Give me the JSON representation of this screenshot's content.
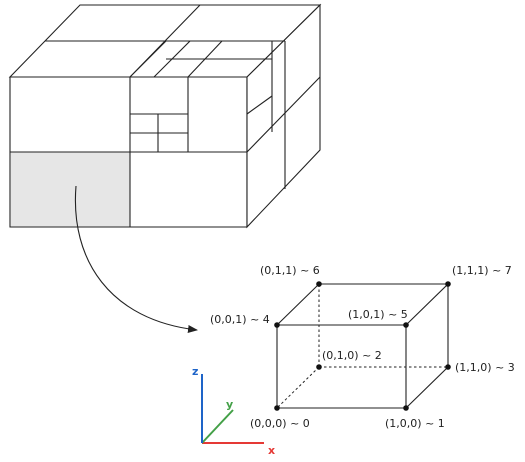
{
  "colors": {
    "line": "#222222",
    "highlight_fill": "#e6e6e6",
    "axis_x": "#e53935",
    "axis_y": "#43a047",
    "axis_z": "#1e64c8"
  },
  "octree_cube": {
    "highlighted_cell": "subdivided-cube-front-bottom-left-octant"
  },
  "unit_cube": {
    "vertices": [
      {
        "label": "(0,0,0) ~ 0"
      },
      {
        "label": "(1,0,0) ~ 1"
      },
      {
        "label": "(0,1,0) ~ 2"
      },
      {
        "label": "(1,1,0) ~ 3"
      },
      {
        "label": "(0,0,1) ~ 4"
      },
      {
        "label": "(1,0,1) ~ 5"
      },
      {
        "label": "(0,1,1) ~ 6"
      },
      {
        "label": "(1,1,1) ~ 7"
      }
    ]
  },
  "axes": {
    "x_label": "x",
    "y_label": "y",
    "z_label": "z"
  }
}
